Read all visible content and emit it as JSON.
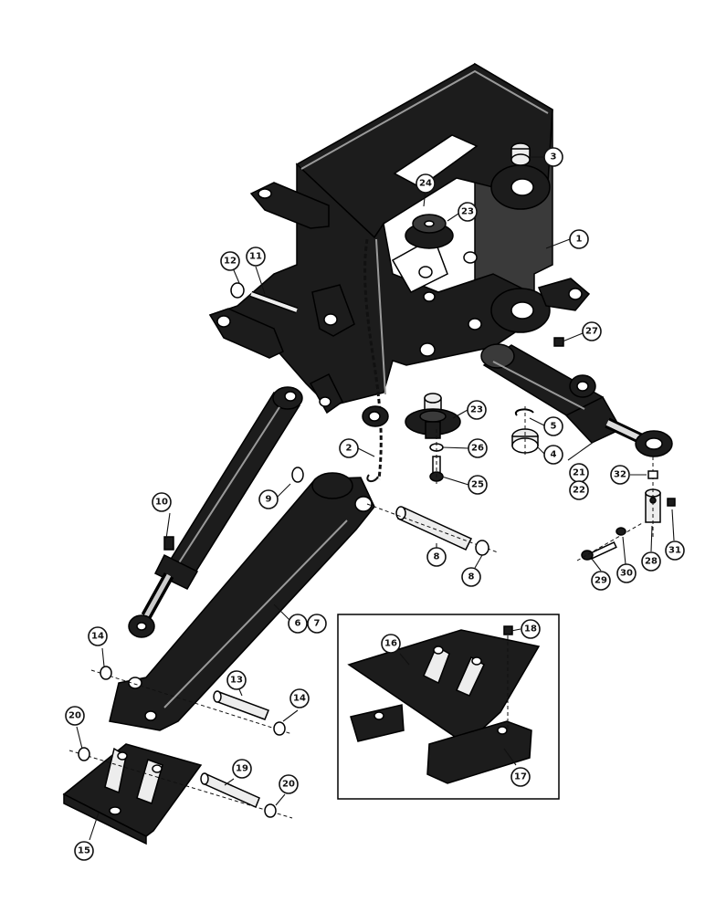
{
  "callouts": [
    {
      "id": "c1",
      "label": "1"
    },
    {
      "id": "c2",
      "label": "2"
    },
    {
      "id": "c3",
      "label": "3"
    },
    {
      "id": "c4",
      "label": "4"
    },
    {
      "id": "c5",
      "label": "5"
    },
    {
      "id": "c6",
      "label": "6"
    },
    {
      "id": "c7",
      "label": "7"
    },
    {
      "id": "c8a",
      "label": "8"
    },
    {
      "id": "c8b",
      "label": "8"
    },
    {
      "id": "c9",
      "label": "9"
    },
    {
      "id": "c10",
      "label": "10"
    },
    {
      "id": "c11",
      "label": "11"
    },
    {
      "id": "c12",
      "label": "12"
    },
    {
      "id": "c13",
      "label": "13"
    },
    {
      "id": "c14a",
      "label": "14"
    },
    {
      "id": "c14b",
      "label": "14"
    },
    {
      "id": "c15",
      "label": "15"
    },
    {
      "id": "c16",
      "label": "16"
    },
    {
      "id": "c17",
      "label": "17"
    },
    {
      "id": "c18",
      "label": "18"
    },
    {
      "id": "c19",
      "label": "19"
    },
    {
      "id": "c20a",
      "label": "20"
    },
    {
      "id": "c20b",
      "label": "20"
    },
    {
      "id": "c21",
      "label": "21"
    },
    {
      "id": "c22",
      "label": "22"
    },
    {
      "id": "c23a",
      "label": "23"
    },
    {
      "id": "c23b",
      "label": "23"
    },
    {
      "id": "c24",
      "label": "24"
    },
    {
      "id": "c25",
      "label": "25"
    },
    {
      "id": "c26",
      "label": "26"
    },
    {
      "id": "c27",
      "label": "27"
    },
    {
      "id": "c28",
      "label": "28"
    },
    {
      "id": "c29",
      "label": "29"
    },
    {
      "id": "c30",
      "label": "30"
    },
    {
      "id": "c31",
      "label": "31"
    },
    {
      "id": "c32",
      "label": "32"
    }
  ]
}
